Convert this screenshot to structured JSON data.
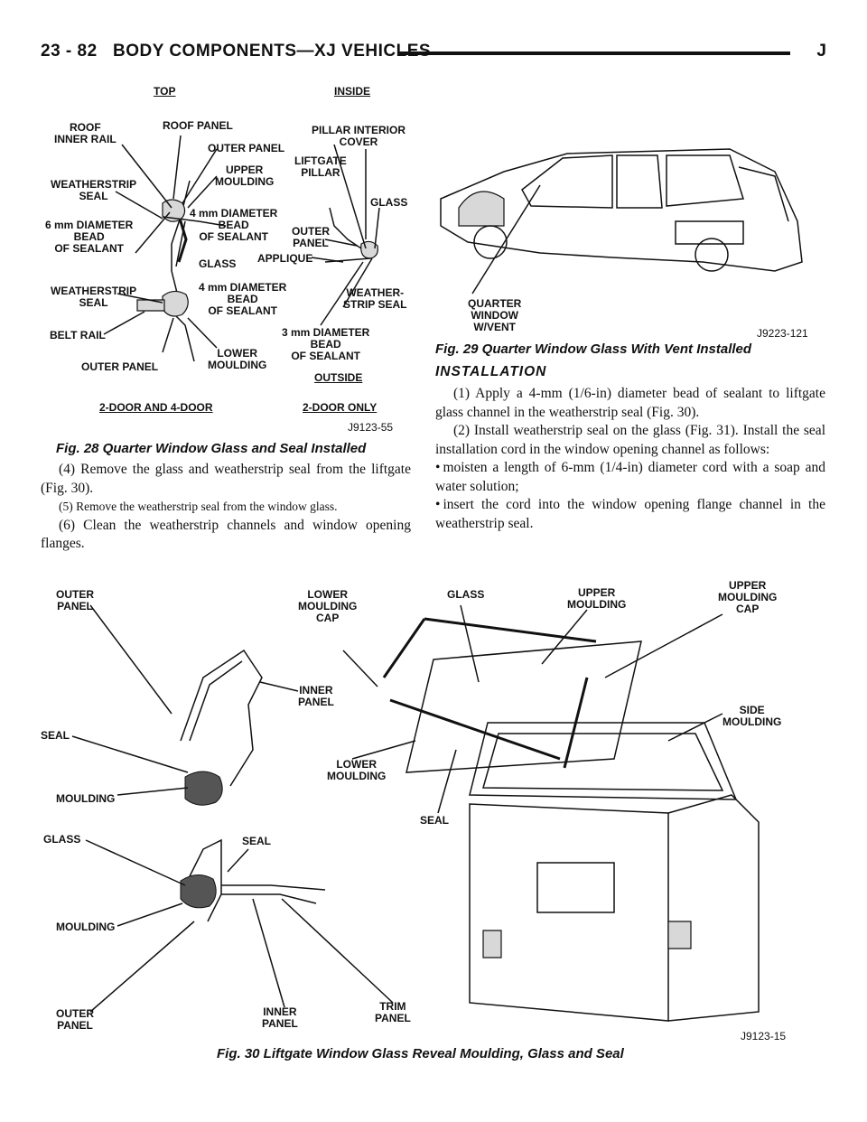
{
  "header": {
    "page_number": "23 - 82",
    "title": "BODY COMPONENTS—XJ VEHICLES",
    "brand_mark": "J"
  },
  "fig28": {
    "top_label": "TOP",
    "inside_label": "INSIDE",
    "outside_label": "OUTSIDE",
    "labels": {
      "roof_inner_rail": "ROOF\nINNER RAIL",
      "roof_panel": "ROOF PANEL",
      "outer_panel_top": "OUTER PANEL",
      "weatherstrip_seal_top": "WEATHERSTRIP\nSEAL",
      "upper_moulding": "UPPER\nMOULDING",
      "bead_6mm": "6 mm DIAMETER\nBEAD\nOF SEALANT",
      "bead_4mm_upper": "4 mm DIAMETER\nBEAD\nOF SEALANT",
      "glass": "GLASS",
      "weatherstrip_seal_bottom": "WEATHERSTRIP\nSEAL",
      "bead_4mm_lower": "4 mm DIAMETER\nBEAD\nOF SEALANT",
      "belt_rail": "BELT RAIL",
      "outer_panel_bottom": "OUTER PANEL",
      "lower_moulding": "LOWER\nMOULDING",
      "pillar_interior_cover": "PILLAR INTERIOR\nCOVER",
      "liftgate_pillar": "LIFTGATE\nPILLAR",
      "glass_right": "GLASS",
      "outer_panel_right": "OUTER\nPANEL",
      "applique": "APPLIQUE",
      "weather_strip_seal": "WEATHER-\nSTRIP SEAL",
      "bead_3mm": "3 mm DIAMETER\nBEAD\nOF SEALANT"
    },
    "left_footer": "2-DOOR AND 4-DOOR",
    "right_footer": "2-DOOR ONLY",
    "code": "J9123-55",
    "caption": "Fig. 28 Quarter Window Glass and Seal Installed"
  },
  "fig29": {
    "label_quarter_window": "QUARTER\nWINDOW\nW/VENT",
    "code": "J9223-121",
    "caption": "Fig. 29 Quarter Window Glass With Vent Installed"
  },
  "left_text": {
    "step4": "(4) Remove the glass and weatherstrip seal from the liftgate (Fig. 30).",
    "step5": "(5) Remove the weatherstrip seal from the window glass.",
    "step6": "(6) Clean the weatherstrip channels and window opening flanges."
  },
  "installation": {
    "heading": "INSTALLATION",
    "step1": "(1) Apply a 4-mm (1/6-in) diameter bead of sealant to liftgate glass channel in the weatherstrip seal (Fig. 30).",
    "step2": "(2) Install weatherstrip seal on the glass (Fig. 31). Install the seal installation cord in the window opening channel as follows:",
    "bullet1": "moisten a length of 6-mm (1/4-in) diameter cord with a soap and water solution;",
    "bullet2": "insert the cord into the window opening flange channel in the weatherstrip seal."
  },
  "fig30": {
    "labels": {
      "outer_panel_top": "OUTER\nPANEL",
      "inner_panel_top": "INNER\nPANEL",
      "seal_left": "SEAL",
      "moulding_top": "MOULDING",
      "glass_left": "GLASS",
      "seal_mid": "SEAL",
      "moulding_bottom": "MOULDING",
      "outer_panel_bottom": "OUTER\nPANEL",
      "inner_panel_bottom": "INNER\nPANEL",
      "trim_panel": "TRIM\nPANEL",
      "lower_moulding_cap": "LOWER\nMOULDING\nCAP",
      "glass_top": "GLASS",
      "upper_moulding": "UPPER\nMOULDING",
      "upper_moulding_cap": "UPPER\nMOULDING\nCAP",
      "side_moulding": "SIDE\nMOULDING",
      "lower_moulding": "LOWER\nMOULDING",
      "seal_right": "SEAL"
    },
    "code": "J9123-15",
    "caption": "Fig. 30 Liftgate Window Glass Reveal Moulding, Glass and Seal"
  }
}
